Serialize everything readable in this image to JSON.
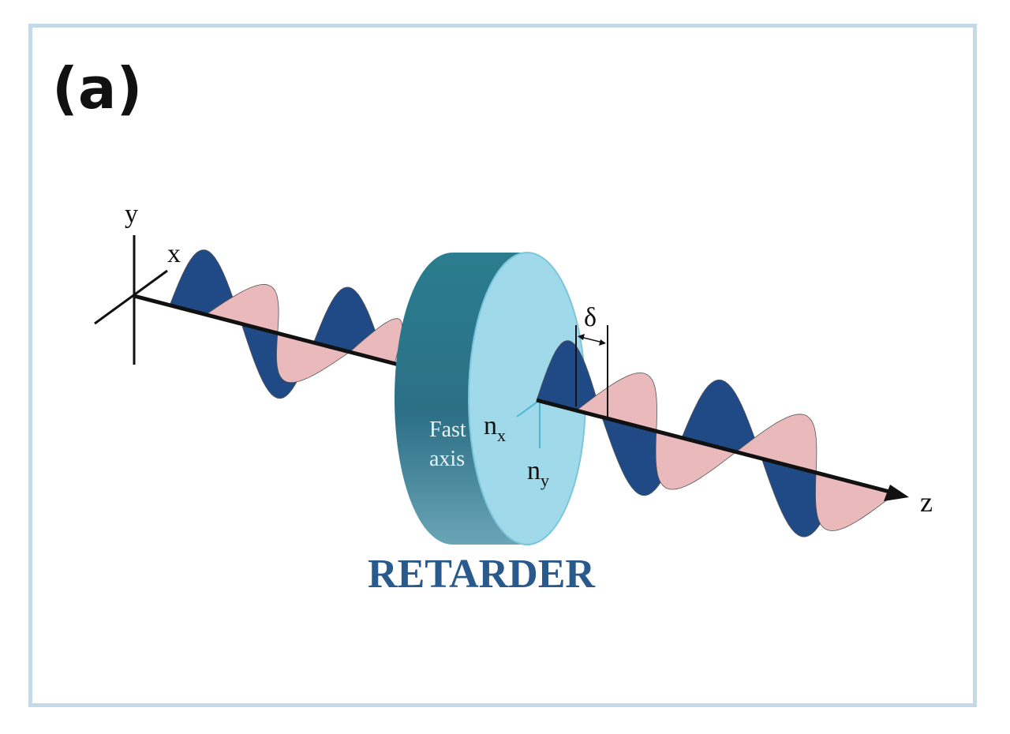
{
  "panel": {
    "label": "(a)"
  },
  "axes": {
    "x_label": "x",
    "y_label": "y",
    "z_label": "z"
  },
  "retarder": {
    "title": "RETARDER",
    "fast_axis_line1": "Fast",
    "fast_axis_line2": "axis",
    "nx_base": "n",
    "nx_sub": "x",
    "ny_base": "n",
    "ny_sub": "y"
  },
  "phase": {
    "label": "δ"
  },
  "colors": {
    "frame": "#c5d9e6",
    "dark_wave": "#1f4a86",
    "light_wave": "#e9b9bc",
    "cylinder_side": "#2f8596",
    "cylinder_face": "#9fd9ea",
    "title": "#2a5a8c"
  }
}
